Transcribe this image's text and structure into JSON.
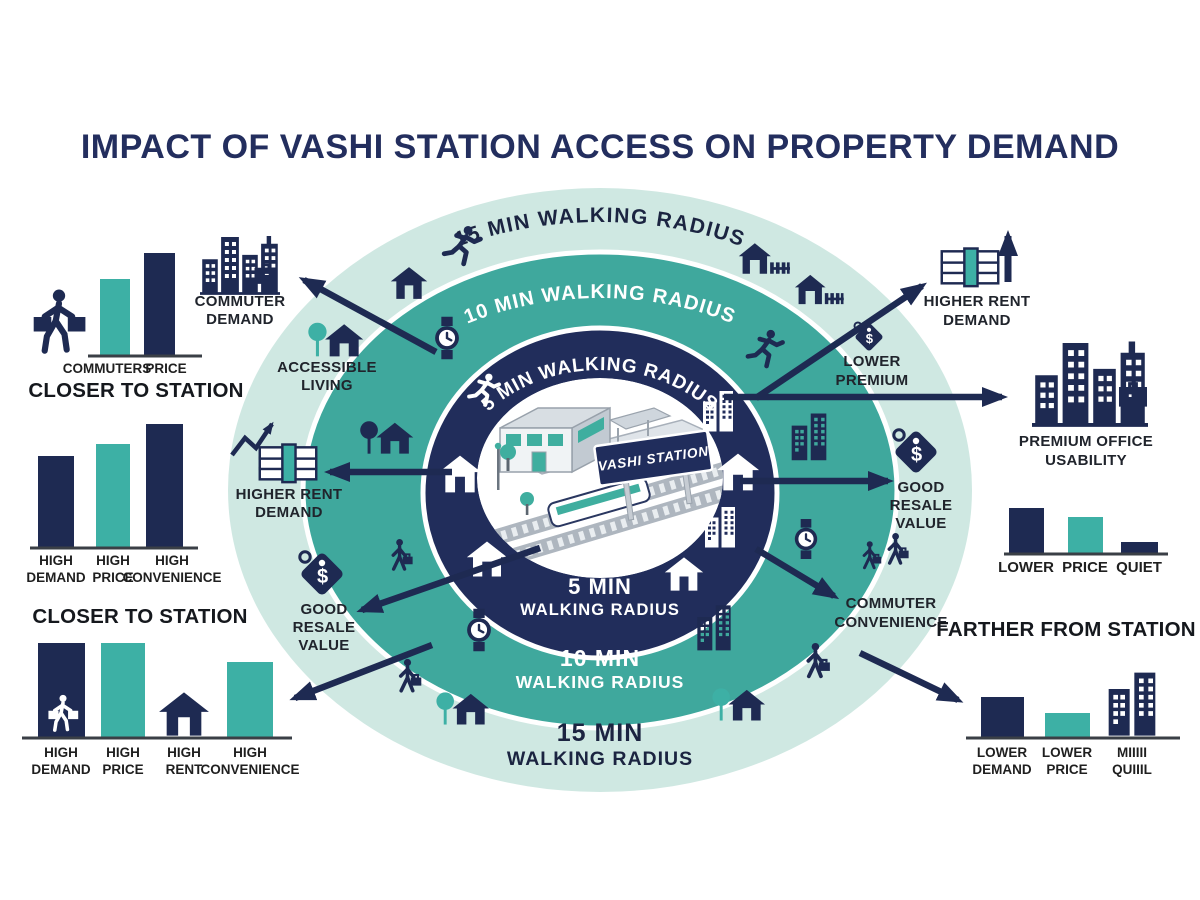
{
  "title": "IMPACT OF VASHI STATION ACCESS ON PROPERTY DEMAND",
  "colors": {
    "navy": "#1e2a52",
    "ring_navy": "#212d5b",
    "ring_teal": "#3fa89d",
    "ring_mint": "#cfe8e2",
    "teal_bar": "#3db0a5",
    "label_dark": "#1f1f1f",
    "title_navy": "#232e5e",
    "white": "#ffffff"
  },
  "center": {
    "station_sign": "VASHI STATION"
  },
  "rings": {
    "arc15": "15 MIN WALKING RADIUS",
    "arc10": "10 MIN WALKING RADIUS",
    "arc5": "5 MIN WALKING RADIUS",
    "bottom5": {
      "line1": "5 MIN",
      "line2": "WALKING RADIUS"
    },
    "bottom10": {
      "line1": "10 MIN",
      "line2": "WALKING RADIUS"
    },
    "bottom15": {
      "line1": "15 MIN",
      "line2": "WALKING RADIUS"
    }
  },
  "callouts": {
    "commuter_demand": {
      "line1": "COMMUTER",
      "line2": "DEMAND"
    },
    "accessible_living": {
      "line1": "ACCESSIBLE",
      "line2": "LIVING"
    },
    "higher_rent_left": {
      "line1": "HIGHER RENT",
      "line2": "DEMAND"
    },
    "good_resale_left": {
      "line1": "GOOD",
      "line2": "RESALE",
      "line3": "VALUE"
    },
    "lower_premium": {
      "line1": "LOWER",
      "line2": "PREMIUM"
    },
    "higher_rent_right": {
      "line1": "HIGHER RENT",
      "line2": "DEMAND"
    },
    "premium_office": {
      "line1": "PREMIUM OFFICE",
      "line2": "USABILITY"
    },
    "good_resale_right": {
      "line1": "GOOD",
      "line2": "RESALE",
      "line3": "VALUE"
    },
    "commuter_convenience": {
      "line1": "COMMUTER",
      "line2": "CONVENIENCE"
    }
  },
  "icons": {
    "price_tag_symbol": "$"
  },
  "chart_data": [
    {
      "id": "closer-to-station-top",
      "type": "bar",
      "title": "CLOSER TO STATION",
      "icon": "commuter-with-bags",
      "values_unit": "relative height, no axis shown",
      "bars": [
        {
          "label": "COMMUTERS",
          "value": 76,
          "color": "#3db0a5"
        },
        {
          "label": "PRICE",
          "value": 102,
          "color": "#1e2a52"
        }
      ]
    },
    {
      "id": "closer-to-station-mid",
      "type": "bar",
      "bars": [
        {
          "label1": "HIGH",
          "label2": "DEMAND",
          "value": 92,
          "color": "#1e2a52"
        },
        {
          "label1": "HIGH",
          "label2": "PRICE",
          "value": 104,
          "color": "#3db0a5"
        },
        {
          "label1": "HIGH",
          "label2": "CONVENIENCE",
          "value": 124,
          "color": "#1e2a52"
        }
      ]
    },
    {
      "id": "closer-to-station-bottom",
      "type": "bar",
      "title": "CLOSER TO STATION",
      "bars": [
        {
          "label1": "HIGH",
          "label2": "DEMAND",
          "value": 95,
          "color": "#1e2a52",
          "icon": "person-in-bar"
        },
        {
          "label1": "HIGH",
          "label2": "PRICE",
          "value": 95,
          "color": "#3db0a5"
        },
        {
          "label1": "HIGH",
          "label2": "RENT",
          "value": 0,
          "icon": "house"
        },
        {
          "label1": "HIGH",
          "label2": "CONVENIENCE",
          "value": 76,
          "color": "#3db0a5"
        }
      ]
    },
    {
      "id": "farther-from-station-top",
      "type": "bar",
      "bars": [
        {
          "label": "LOWER",
          "value": 46,
          "color": "#1e2a52"
        },
        {
          "label": "PRICE",
          "value": 37,
          "color": "#3db0a5"
        },
        {
          "label": "QUIET",
          "value": 12,
          "color": "#1e2a52"
        }
      ]
    },
    {
      "id": "farther-from-station-bottom",
      "type": "bar",
      "title": "FARTHER FROM STATION",
      "bars": [
        {
          "label1": "LOWER",
          "label2": "DEMAND",
          "value": 41,
          "color": "#1e2a52"
        },
        {
          "label1": "LOWER",
          "label2": "PRICE",
          "value": 25,
          "color": "#3db0a5"
        },
        {
          "label1": "MIIIII",
          "label2": "QUIIIL",
          "value": 0,
          "icon": "buildings"
        }
      ]
    }
  ]
}
